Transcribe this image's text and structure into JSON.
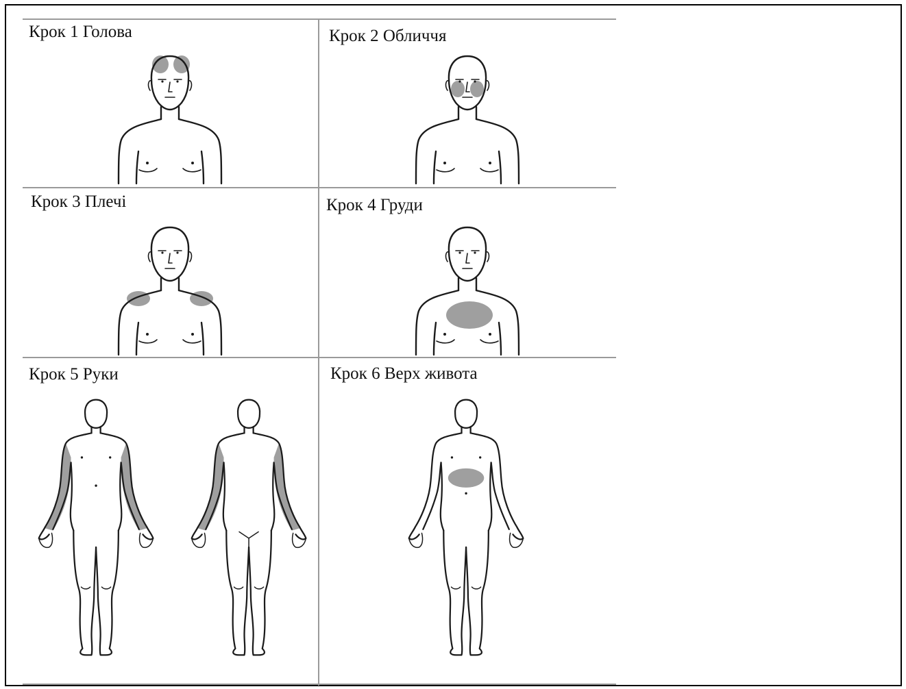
{
  "steps": [
    {
      "label": "Крок 1 Голова"
    },
    {
      "label": "Крок 2 Обличчя"
    },
    {
      "label": "Крок 3 Плечі"
    },
    {
      "label": "Крок 4 Груди"
    },
    {
      "label": "Крок 5 Руки"
    },
    {
      "label": "Крок 6 Верх живота"
    }
  ],
  "colors": {
    "highlight": "#8e8e8e",
    "line": "#1b1b1b",
    "grid": "#9a9a9a"
  }
}
